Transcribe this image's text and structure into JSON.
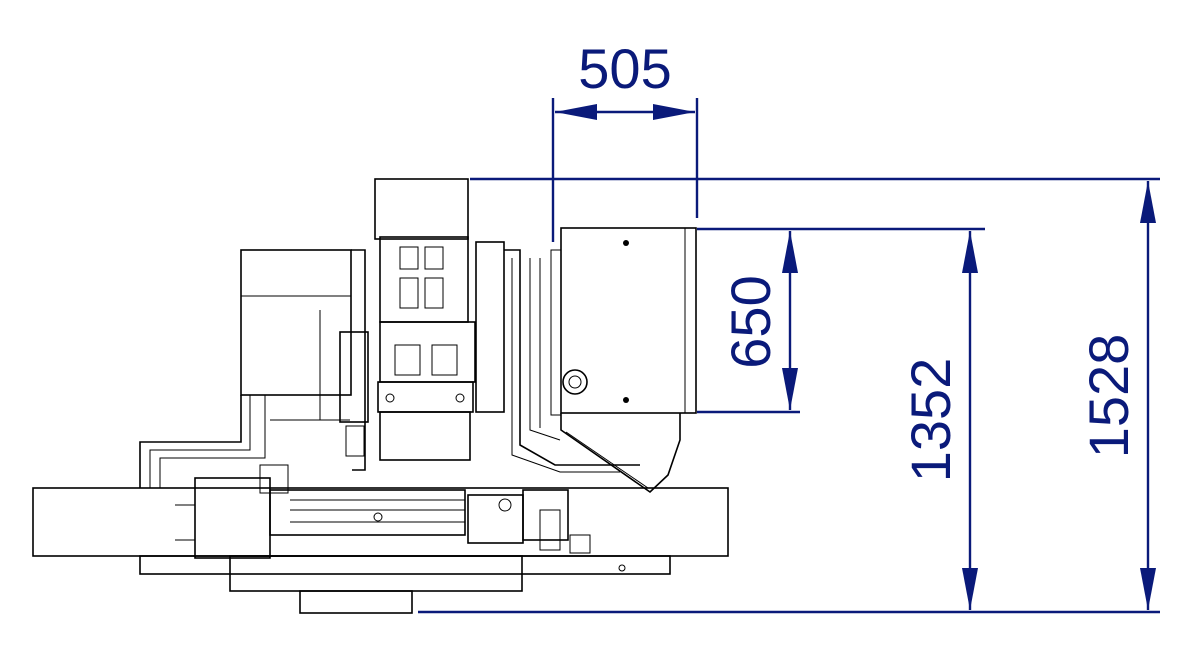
{
  "dimensions": {
    "width_505": "505",
    "height_650": "650",
    "height_1352": "1352",
    "height_1528": "1528"
  },
  "colors": {
    "dimension": "#0a1a7a",
    "outline": "#000000",
    "background": "#ffffff"
  }
}
